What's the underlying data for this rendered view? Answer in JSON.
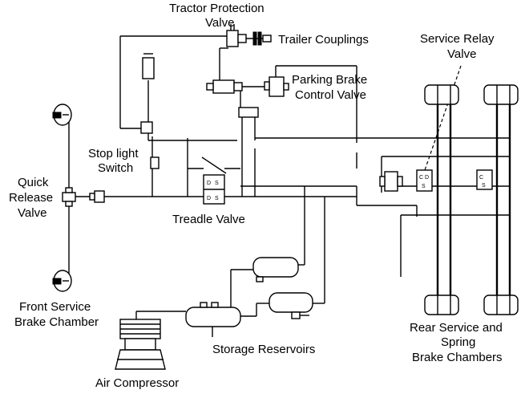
{
  "labels": {
    "tractor_protection_valve_l1": "Tractor Protection",
    "tractor_protection_valve_l2": "Valve",
    "trailer_couplings": "Trailer Couplings",
    "service_relay_valve_l1": "Service Relay",
    "service_relay_valve_l2": "Valve",
    "parking_brake_control_valve_l1": "Parking Brake",
    "parking_brake_control_valve_l2": "Control Valve",
    "stop_light_switch_l1": "Stop light",
    "stop_light_switch_l2": "Switch",
    "quick_release_valve_l1": "Quick",
    "quick_release_valve_l2": "Release",
    "quick_release_valve_l3": "Valve",
    "treadle_valve": "Treadle Valve",
    "front_service_brake_chamber_l1": "Front Service",
    "front_service_brake_chamber_l2": "Brake Chamber",
    "rear_service_spring_brake_chambers_l1": "Rear Service and",
    "rear_service_spring_brake_chambers_l2": "Spring",
    "rear_service_spring_brake_chambers_l3": "Brake Chambers",
    "storage_reservoirs": "Storage Reservoirs",
    "air_compressor": "Air Compressor"
  },
  "port_marks": {
    "d": "D",
    "s": "S"
  }
}
